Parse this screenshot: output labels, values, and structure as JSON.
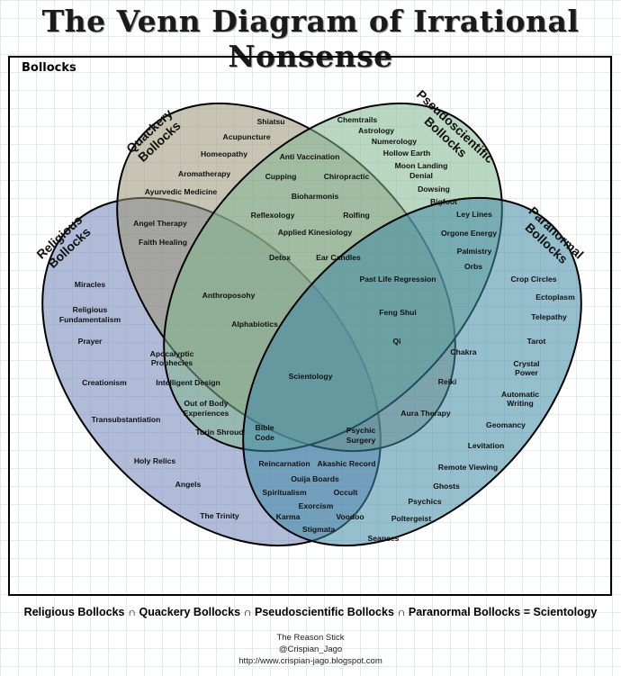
{
  "title": "The Venn Diagram of Irrational Nonsense",
  "universe_label": "Bollocks",
  "sets": [
    {
      "name_lines": [
        "Religious",
        "Bollocks"
      ],
      "color": "#6f84b8"
    },
    {
      "name_lines": [
        "Quackery",
        "Bollocks"
      ],
      "color": "#9a9474"
    },
    {
      "name_lines": [
        "Pseudoscientific",
        "Bollocks"
      ],
      "color": "#82b78f"
    },
    {
      "name_lines": [
        "Paranormal",
        "Bollocks"
      ],
      "color": "#3f8aa5"
    }
  ],
  "items": [
    {
      "text": "Shiatsu"
    },
    {
      "text": "Acupuncture"
    },
    {
      "text": "Homeopathy"
    },
    {
      "text": "Aromatherapy"
    },
    {
      "text": "Ayurvedic Medicine"
    },
    {
      "text": "Chemtrails"
    },
    {
      "text": "Astrology"
    },
    {
      "text": "Numerology"
    },
    {
      "text": "Hollow Earth"
    },
    {
      "text": "Moon Landing"
    },
    {
      "text": "Denial"
    },
    {
      "text": "Dowsing"
    },
    {
      "text": "Bigfoot"
    },
    {
      "text": "Anti Vaccination"
    },
    {
      "text": "Cupping"
    },
    {
      "text": "Chiropractic"
    },
    {
      "text": "Bioharmonis"
    },
    {
      "text": "Reflexology"
    },
    {
      "text": "Rolfing"
    },
    {
      "text": "Applied Kinesiology"
    },
    {
      "text": "Detox"
    },
    {
      "text": "Ear Candles"
    },
    {
      "text": "Angel Therapy"
    },
    {
      "text": "Faith Healing"
    },
    {
      "text": "Ley Lines"
    },
    {
      "text": "Orgone Energy"
    },
    {
      "text": "Palmistry"
    },
    {
      "text": "Orbs"
    },
    {
      "text": "Miracles"
    },
    {
      "text": "Religious"
    },
    {
      "text": "Fundamentalism"
    },
    {
      "text": "Prayer"
    },
    {
      "text": "Creationism"
    },
    {
      "text": "Transubstantiation"
    },
    {
      "text": "Holy Relics"
    },
    {
      "text": "Angels"
    },
    {
      "text": "The Trinity"
    },
    {
      "text": "Anthroposohy"
    },
    {
      "text": "Alphabiotics"
    },
    {
      "text": "Past Life Regression"
    },
    {
      "text": "Feng Shui"
    },
    {
      "text": "Qi"
    },
    {
      "text": "Apocalyptic"
    },
    {
      "text": "Prophecies"
    },
    {
      "text": "Intelligent Design"
    },
    {
      "text": "Out of Body"
    },
    {
      "text": "Experiences"
    },
    {
      "text": "Turin Shroud"
    },
    {
      "text": "Scientology"
    },
    {
      "text": "Chakra"
    },
    {
      "text": "Reiki"
    },
    {
      "text": "Aura Therapy"
    },
    {
      "text": "Bible"
    },
    {
      "text": "Code"
    },
    {
      "text": "Psychic"
    },
    {
      "text": "Surgery"
    },
    {
      "text": "Crop Circles"
    },
    {
      "text": "Ectoplasm"
    },
    {
      "text": "Telepathy"
    },
    {
      "text": "Tarot"
    },
    {
      "text": "Crystal"
    },
    {
      "text": "Power"
    },
    {
      "text": "Automatic"
    },
    {
      "text": "Writing"
    },
    {
      "text": "Geomancy"
    },
    {
      "text": "Levitation"
    },
    {
      "text": "Remote Viewing"
    },
    {
      "text": "Ghosts"
    },
    {
      "text": "Psychics"
    },
    {
      "text": "Poltergeist"
    },
    {
      "text": "Seances"
    },
    {
      "text": "Reincarnation"
    },
    {
      "text": "Akashic Record"
    },
    {
      "text": "Ouija Boards"
    },
    {
      "text": "Spiritualism"
    },
    {
      "text": "Occult"
    },
    {
      "text": "Exorcism"
    },
    {
      "text": "Karma"
    },
    {
      "text": "Voodoo"
    },
    {
      "text": "Stigmata"
    }
  ],
  "equation": "Religious Bollocks ∩  Quackery Bollocks ∩  Pseudoscientific Bollocks ∩  Paranormal Bollocks = Scientology",
  "credits": [
    "The Reason Stick",
    "@Crispian_Jago",
    "http://www.crispian-jago.blogspot.com"
  ]
}
